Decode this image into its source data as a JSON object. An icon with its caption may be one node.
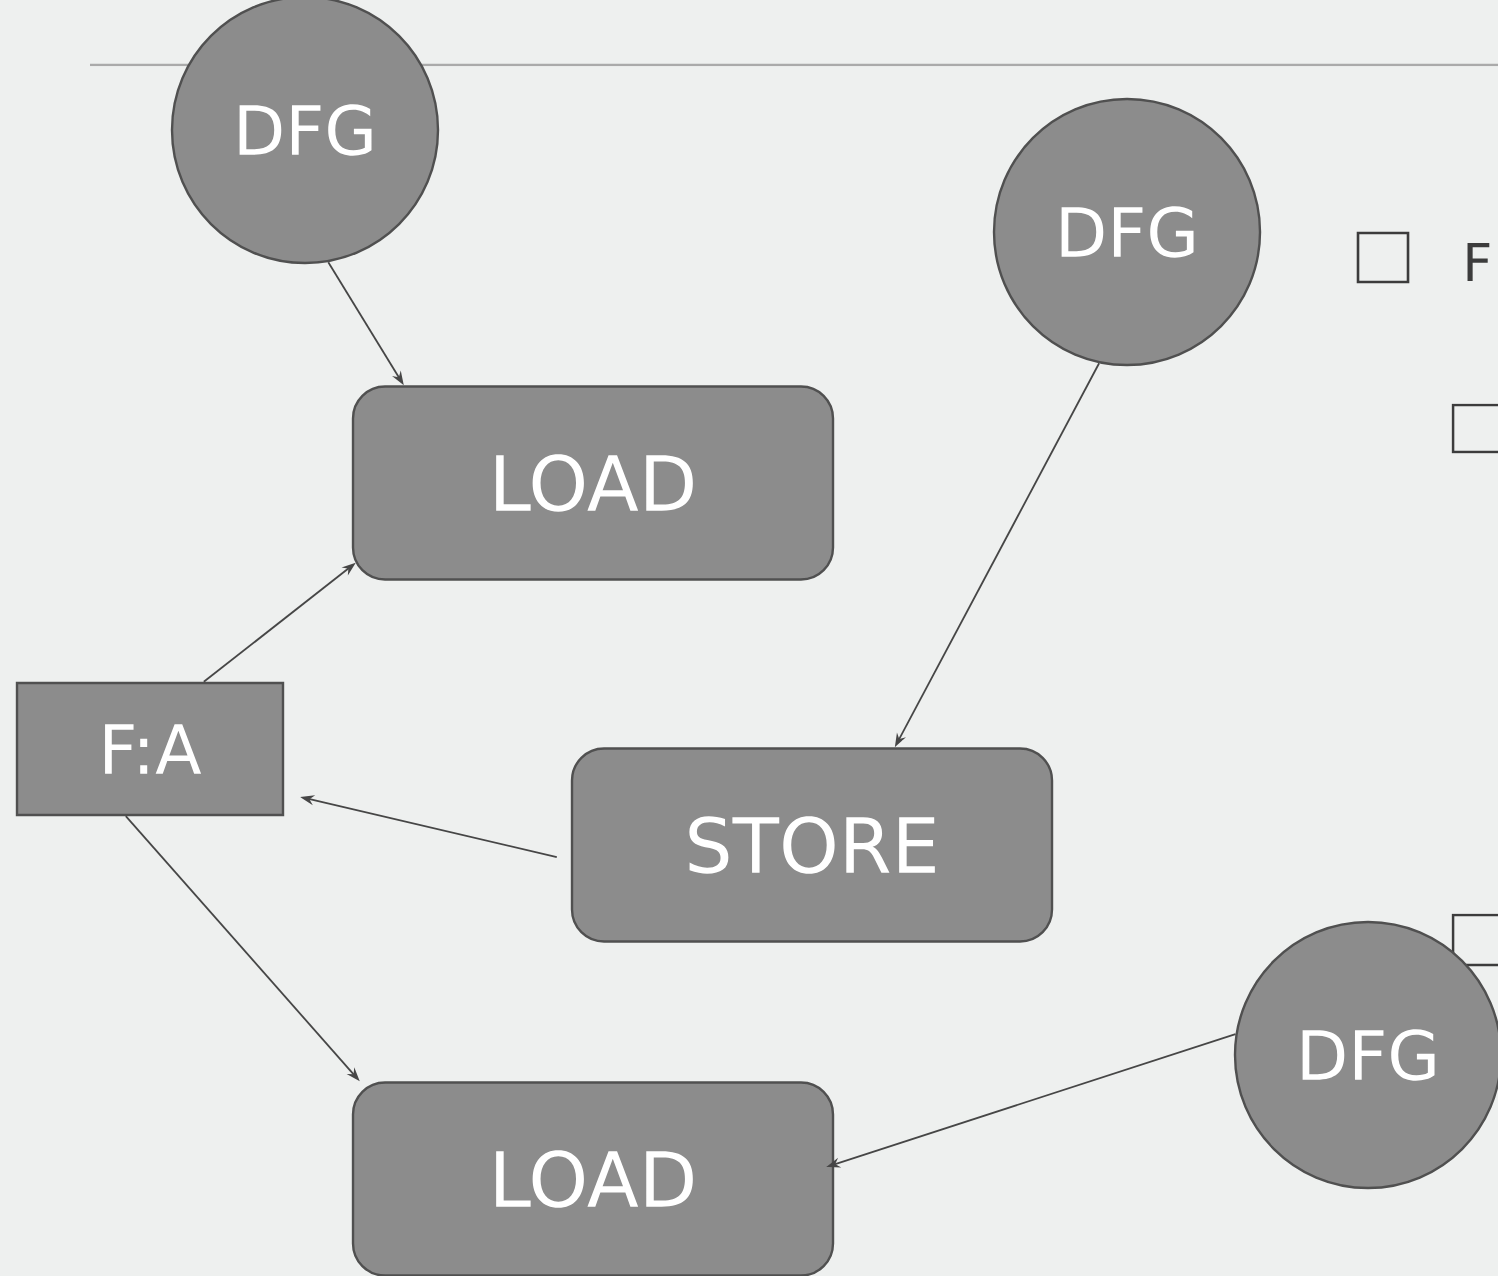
{
  "diagram": {
    "nodes": [
      {
        "text": [
          "DFG"
        ]
      },
      {
        "text": [
          "DFG"
        ]
      },
      {
        "text": [
          "LOAD"
        ]
      },
      {
        "text": [
          "F:A"
        ]
      },
      {
        "text": [
          "STORE"
        ]
      },
      {
        "text": [
          "DFG"
        ]
      },
      {
        "text": [
          "LOAD"
        ]
      }
    ],
    "edges": [
      {
        "from": 0,
        "to": 2,
        "arrow": "to"
      },
      {
        "from": 1,
        "to": 4,
        "arrow": "to"
      },
      {
        "from": 3,
        "to": 2,
        "arrow": "to"
      },
      {
        "from": 4,
        "to": 3,
        "arrow": "to"
      },
      {
        "from": 3,
        "to": 6,
        "arrow": "to"
      },
      {
        "from": 5,
        "to": 6,
        "arrow": "to"
      }
    ],
    "labels": [
      "F"
    ]
  }
}
